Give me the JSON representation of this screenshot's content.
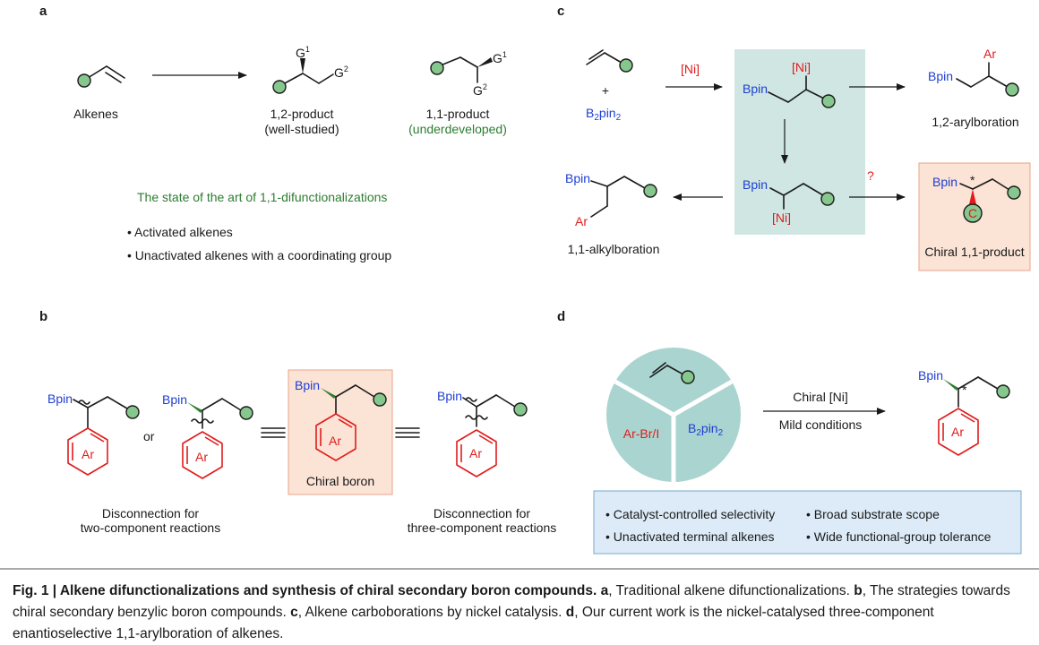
{
  "panel_a": {
    "label": "a",
    "alkenes_label": "Alkenes",
    "g1": "G",
    "g1_sup": "1",
    "g2": "G",
    "g2_sup": "2",
    "product12_line1": "1,2-product",
    "product12_line2": "(well-studied)",
    "product11_line1": "1,1-product",
    "product11_line2": "(underdeveloped)",
    "state_title": "The state of the art of 1,1-difunctionalizations",
    "bullets": [
      "Activated alkenes",
      "Unactivated alkenes with a coordinating group"
    ]
  },
  "panel_b": {
    "label": "b",
    "bpin": "Bpin",
    "ar": "Ar",
    "or": "or",
    "chiral_boron": "Chiral boron",
    "disc_two_line1": "Disconnection for",
    "disc_two_line2": "two-component reactions",
    "disc_three_line1": "Disconnection for",
    "disc_three_line2": "three-component reactions"
  },
  "panel_c": {
    "label": "c",
    "plus": "+",
    "b2pin2_b": "B",
    "b2pin2_sub1": "2",
    "b2pin2_pin": "pin",
    "b2pin2_sub2": "2",
    "ni": "[Ni]",
    "bpin": "Bpin",
    "ar": "Ar",
    "question": "?",
    "star": "*",
    "c_atom": "C",
    "arylboration": "1,2-arylboration",
    "alkylboration": "1,1-alkylboration",
    "chiral_product": "Chiral 1,1-product"
  },
  "panel_d": {
    "label": "d",
    "ar_br": "Ar-Br/I",
    "b2pin2_b": "B",
    "b2pin2_sub1": "2",
    "b2pin2_pin": "pin",
    "b2pin2_sub2": "2",
    "chiral_ni": "Chiral [Ni]",
    "mild": "Mild conditions",
    "bpin": "Bpin",
    "star": "*",
    "ar": "Ar",
    "features": [
      "Catalyst-controlled selectivity",
      "Broad substrate scope",
      "Unactivated terminal alkenes",
      "Wide functional-group tolerance"
    ]
  },
  "caption": {
    "title": "Fig. 1 | Alkene difunctionalizations and synthesis of chiral secondary boron compounds.",
    "a_label": "a",
    "a_text": ", Traditional alkene difunctionalizations. ",
    "b_label": "b",
    "b_text": ", The strategies towards chiral secondary benzylic boron compounds. ",
    "c_label": "c",
    "c_text": ", Alkene carboborations by nickel catalysis. ",
    "d_label": "d",
    "d_text": ", Our current work is the nickel-catalysed three-component enantioselective 1,1-arylboration of alkenes."
  },
  "colors": {
    "green_ball": "#86c78e",
    "blue_text": "#1f3fd1",
    "red": "#e01c1c",
    "green_text": "#2e7d32",
    "teal_box": "#cfe6e3",
    "salmon_box": "#fbe3d6",
    "feature_box": "#dcebf7",
    "circle_fill": "#a9d4d0"
  }
}
